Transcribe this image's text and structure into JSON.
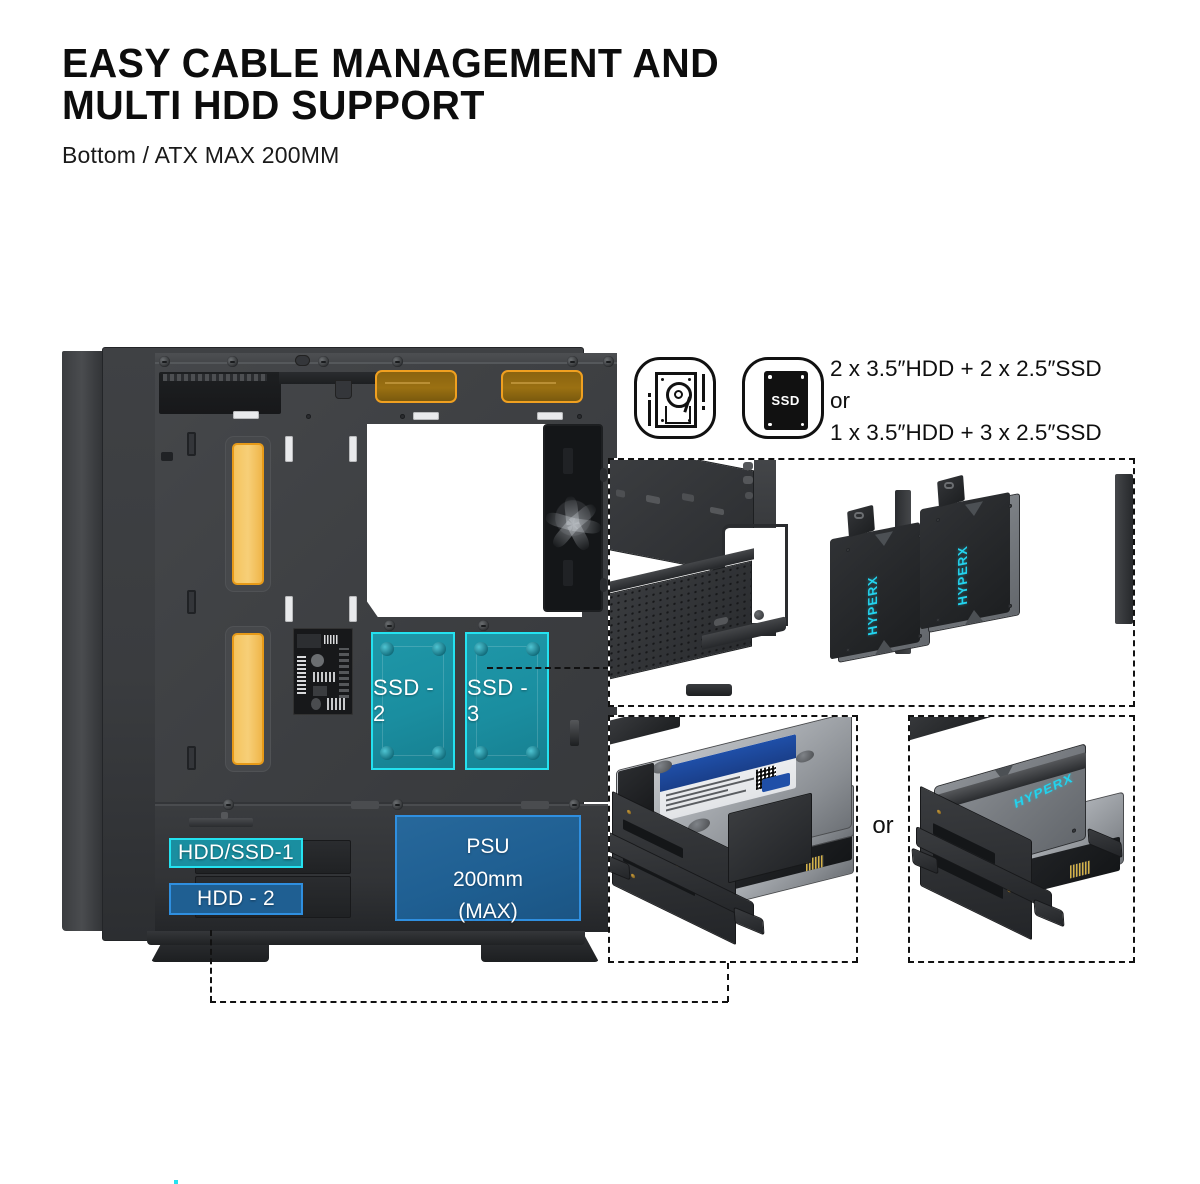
{
  "header": {
    "title_line1": "EASY CABLE MANAGEMENT AND",
    "title_line2": "MULTI HDD SUPPORT",
    "subtitle": "Bottom / ATX MAX 200MM"
  },
  "spec": {
    "hdd_icon_name": "hdd-icon",
    "ssd_icon_name": "ssd-icon",
    "ssd_icon_label": "SSD",
    "line1": "2 x 3.5″HDD + 2 x 2.5″SSD",
    "line2": "or",
    "line3": "1 x 3.5″HDD + 3 x 2.5″SSD"
  },
  "case_overlays": {
    "ssd2_label": "SSD - 2",
    "ssd3_label": "SSD - 3",
    "hdd_ssd1_label": "HDD/SSD-1",
    "hdd2_label": "HDD - 2",
    "psu_line1": "PSU",
    "psu_line2": "200mm",
    "psu_line3": "(MAX)"
  },
  "panels": {
    "or_separator": "or",
    "top_panel_name": "chassis-ssd-mount-photo",
    "bottom_left_panel_name": "dual-hdd-bracket-photo",
    "bottom_right_panel_name": "hdd-plus-ssd-bracket-photo"
  },
  "drive_logos": {
    "ssd_brand": "HYPERX"
  },
  "colors": {
    "teal": "#1a8ea0",
    "teal_border": "#24e2f0",
    "blue": "#1f5f92",
    "blue_border": "#2f8fe0",
    "orange": "#f5c45e",
    "orange_border": "#e79a18",
    "orange_dark": "#8a6410",
    "case_dark": "#3a3c3f",
    "text_dark": "#0d0d0d"
  }
}
